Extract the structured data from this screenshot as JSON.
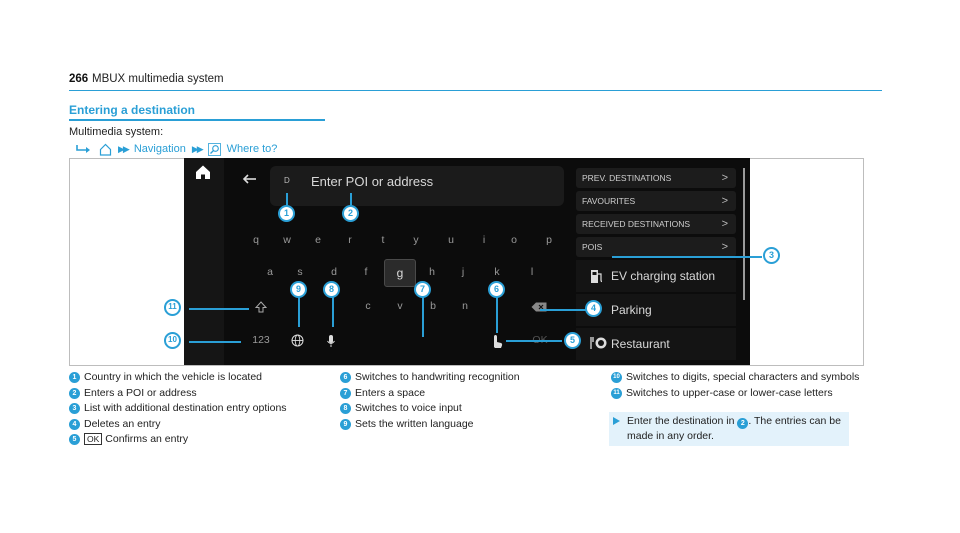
{
  "header": {
    "page_number": "266",
    "title": "MBUX multimedia system"
  },
  "section": {
    "title": "Entering a destination",
    "system": "Multimedia system:",
    "path": {
      "nav": "Navigation",
      "where": "Where to?"
    }
  },
  "screen": {
    "country": "D",
    "placeholder": "Enter POI or address",
    "keys": {
      "row1": [
        "q",
        "w",
        "e",
        "r",
        "t",
        "y",
        "u",
        "i",
        "o",
        "p"
      ],
      "row2": [
        "a",
        "s",
        "d",
        "f",
        "g",
        "h",
        "j",
        "k",
        "l"
      ],
      "row3": [
        "c",
        "v",
        "b",
        "n"
      ],
      "digits": "123",
      "ok": "OK"
    },
    "menu": [
      "PREV. DESTINATIONS",
      "FAVOURITES",
      "RECEIVED DESTINATIONS",
      "POIS"
    ],
    "categories": [
      "EV charging station",
      "Parking",
      "Restaurant"
    ]
  },
  "callouts": [
    "1",
    "2",
    "3",
    "4",
    "5",
    "6",
    "7",
    "8",
    "9",
    "10",
    "11"
  ],
  "legend": {
    "col1": [
      {
        "n": "1",
        "text": "Country in which the vehicle is located"
      },
      {
        "n": "2",
        "text": "Enters a POI or address"
      },
      {
        "n": "3",
        "text": "List with additional destination entry options"
      },
      {
        "n": "4",
        "text": "Deletes an entry"
      },
      {
        "n": "5",
        "ok": "OK",
        "text": "Confirms an entry"
      }
    ],
    "col2": [
      {
        "n": "6",
        "text": "Switches to handwriting recognition"
      },
      {
        "n": "7",
        "text": "Enters a space"
      },
      {
        "n": "8",
        "text": "Switches to voice input"
      },
      {
        "n": "9",
        "text": "Sets the written language"
      }
    ],
    "col3": [
      {
        "n": "10",
        "text": "Switches to digits, special characters and symbols"
      },
      {
        "n": "11",
        "text": "Switches to upper-case or lower-case letters"
      }
    ],
    "note": {
      "pre": "Enter the destination in",
      "ref": "2",
      "post": ". The entries can be made in any order."
    }
  },
  "colors": {
    "accent": "#2a9fd6",
    "screen_bg": "#0c0c0c",
    "note_bg": "#e3f2fb"
  }
}
